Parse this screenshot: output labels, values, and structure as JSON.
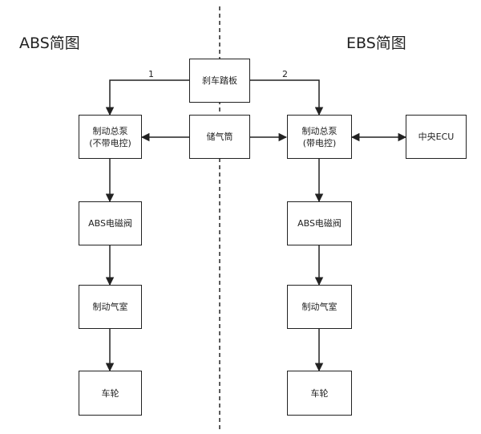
{
  "headings": {
    "abs": "ABS简图",
    "ebs": "EBS简图"
  },
  "boxes": {
    "pedal": "刹车踏板",
    "reservoir": "储气筒",
    "abs_master": "制动总泵\n(不带电控)",
    "abs_valve": "ABS电磁阀",
    "abs_chamber": "制动气室",
    "abs_wheel": "车轮",
    "ebs_master": "制动总泵\n(带电控)",
    "ebs_ecu": "中央ECU",
    "ebs_valve": "ABS电磁阀",
    "ebs_chamber": "制动气室",
    "ebs_wheel": "车轮"
  },
  "arrow_labels": {
    "left": "1",
    "right": "2"
  }
}
